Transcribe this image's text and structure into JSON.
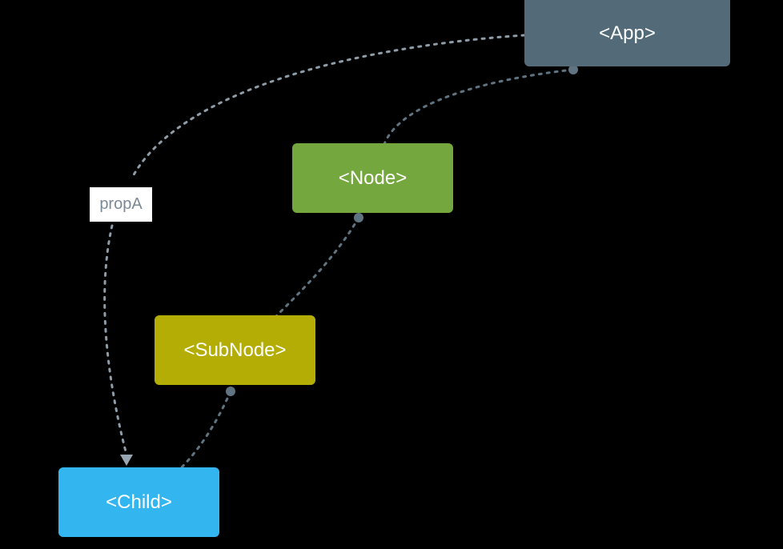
{
  "nodes": {
    "app": {
      "label": "<App>",
      "color": "#536a78"
    },
    "node": {
      "label": "<Node>",
      "color": "#74a73d"
    },
    "subnode": {
      "label": "<SubNode>",
      "color": "#b4ad06"
    },
    "child": {
      "label": "<Child>",
      "color": "#33b6f0"
    }
  },
  "edges": [
    {
      "from": "App",
      "to": "Node",
      "style": "dotted"
    },
    {
      "from": "Node",
      "to": "SubNode",
      "style": "dotted"
    },
    {
      "from": "SubNode",
      "to": "Child",
      "style": "dotted"
    },
    {
      "from": "App",
      "to": "Child",
      "style": "dotted",
      "arrow": true,
      "label": "propA"
    }
  ],
  "prop_label": "propA",
  "colors": {
    "background": "#000000",
    "connector": "#5f7480",
    "arrow": "#97a6b1"
  }
}
